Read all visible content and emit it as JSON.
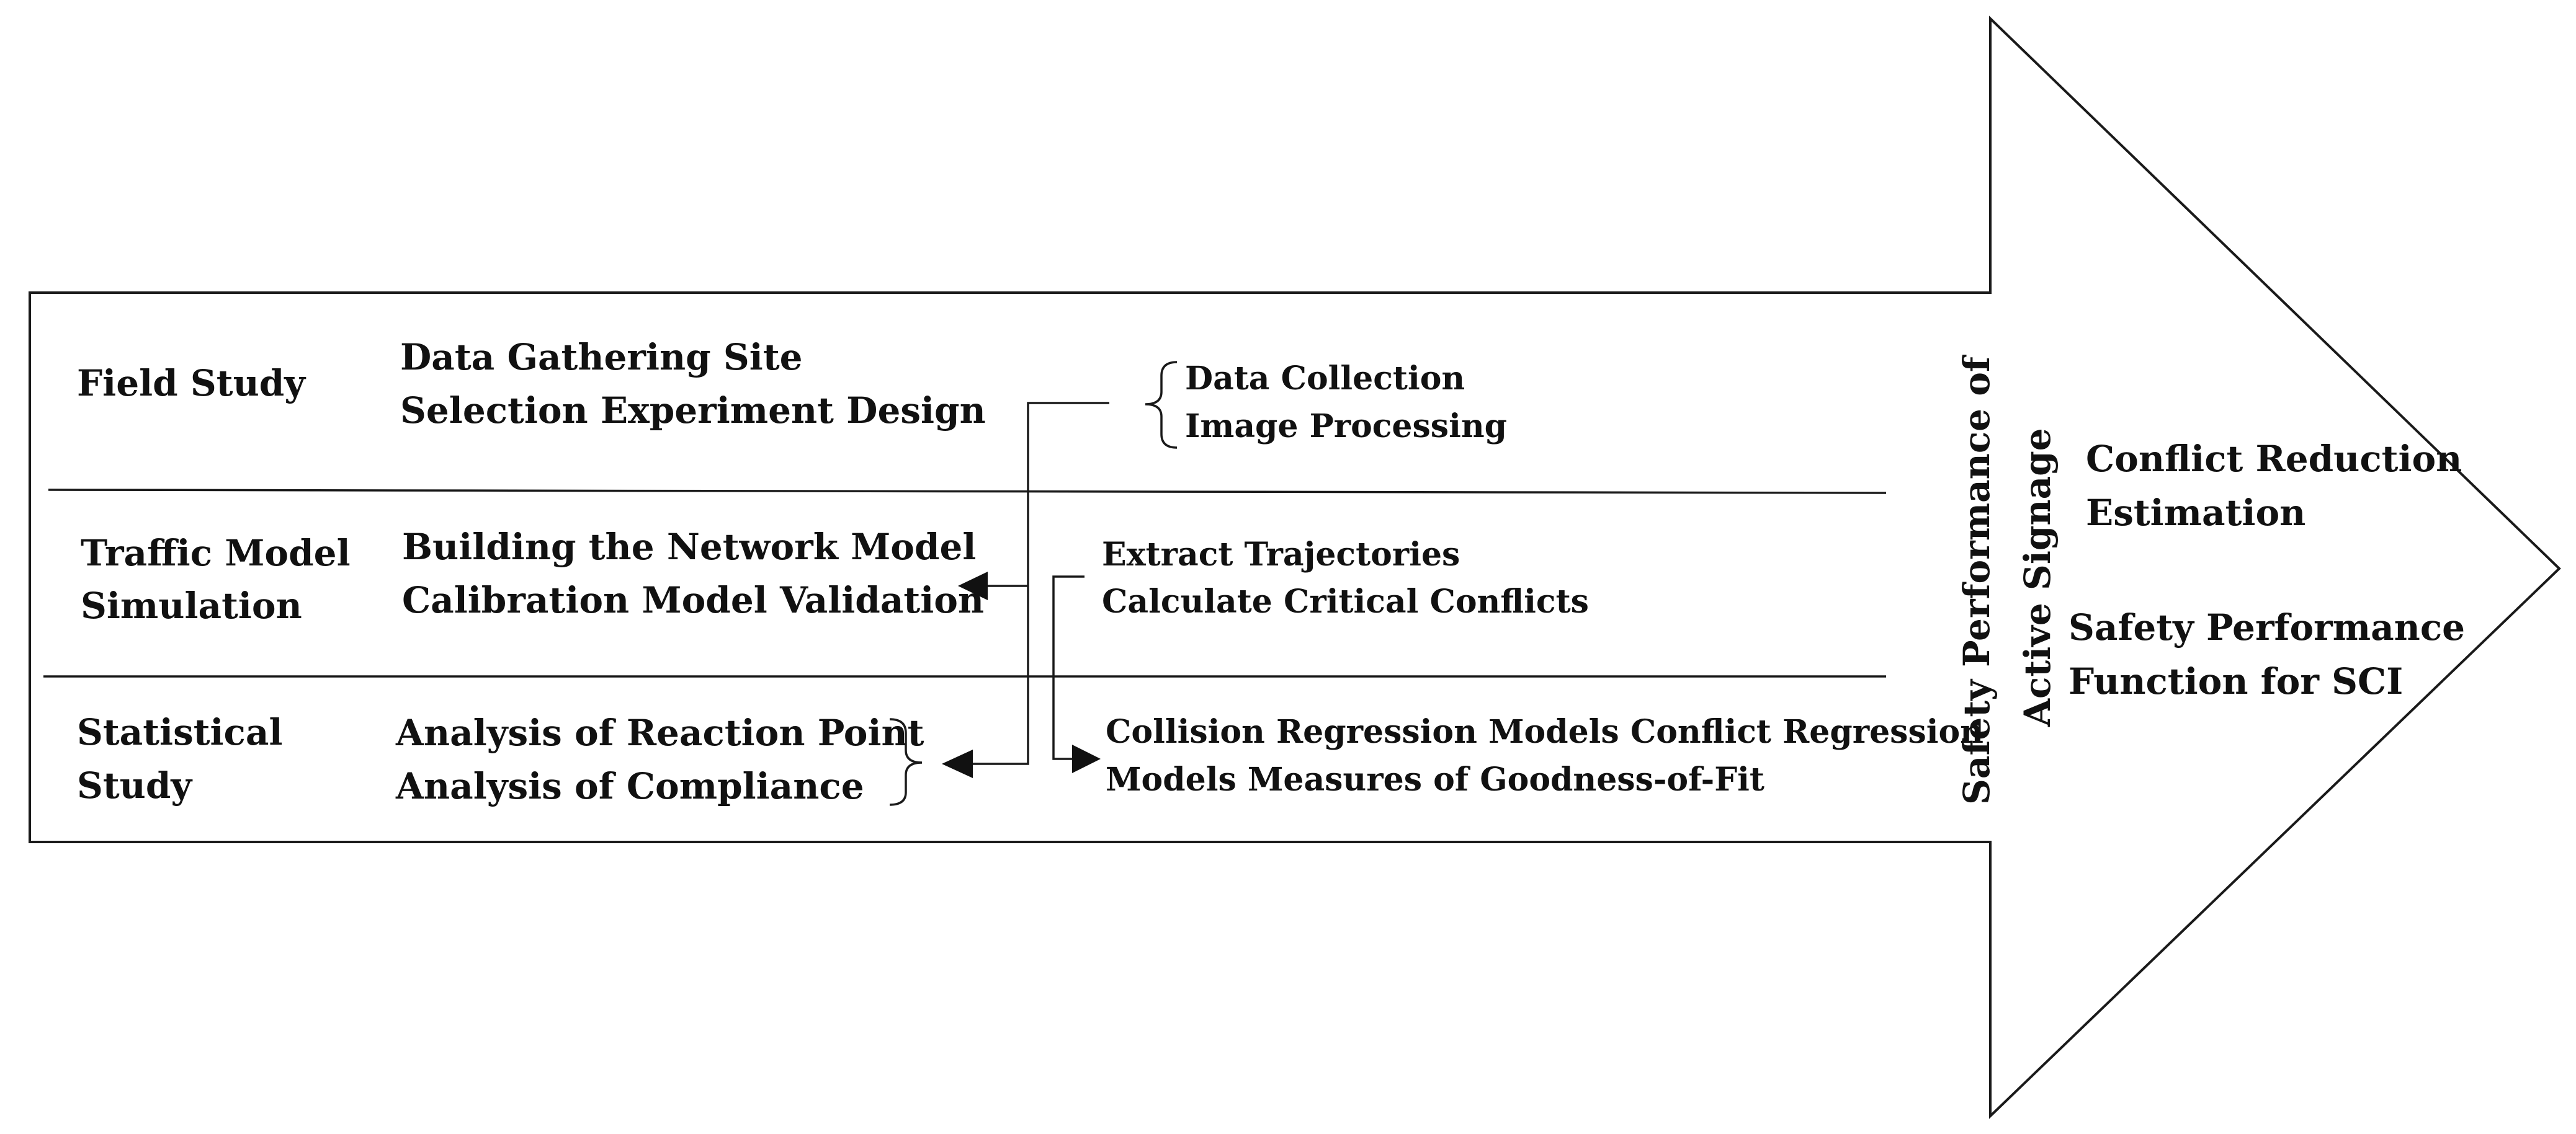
{
  "stages": {
    "field_study": {
      "title": "Field Study"
    },
    "traffic_model": {
      "title_lines": [
        "Traffic Model",
        "Simulation"
      ]
    },
    "statistical": {
      "title_lines": [
        "Statistical",
        "Study"
      ]
    }
  },
  "tasks": {
    "field": [
      "Data Gathering Site",
      "Selection Experiment Design"
    ],
    "traffic": [
      "Building the Network Model",
      "Calibration Model Validation"
    ],
    "statistical": [
      "Analysis of Reaction Point",
      "Analysis of Compliance"
    ]
  },
  "outputs": {
    "field": [
      "Data Collection",
      "Image Processing"
    ],
    "traffic": [
      "Extract Trajectories",
      "Calculate Critical Conflicts"
    ],
    "statistical": [
      "Collision Regression Models Conflict Regression",
      "Models Measures of Goodness-of-Fit"
    ]
  },
  "arrow_head": {
    "vertical_title_lines": [
      "Safety Performance of",
      "Active Signage"
    ],
    "results": [
      [
        "Conflict Reduction",
        "Estimation"
      ],
      [
        "Safety Performance",
        "Function for SCI"
      ]
    ]
  }
}
